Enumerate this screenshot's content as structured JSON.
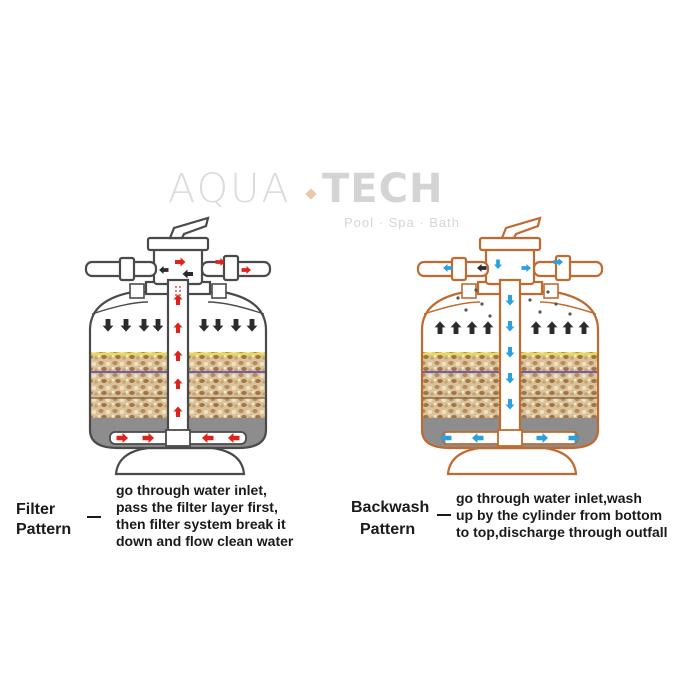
{
  "watermark": {
    "brand_left": "AQUA",
    "brand_right": "TECH",
    "tagline": "Pool · Spa · Bath"
  },
  "filter": {
    "title_line1": "Filter",
    "title_line2": "Pattern",
    "desc_line1": "go through water inlet,",
    "desc_line2": "pass the filter layer first,",
    "desc_line3": "then filter system break it",
    "desc_line4": "down and flow clean water",
    "outline_color": "#4a4a4a",
    "arrow_color": "#e0221c"
  },
  "backwash": {
    "title_line1": "Backwash",
    "title_line2": "Pattern",
    "desc_line1": "go through water inlet,wash",
    "desc_line2": "up by the cylinder from bottom",
    "desc_line3": "to top,discharge through outfall",
    "outline_color": "#c06a30",
    "arrow_color": "#2aa0e0"
  }
}
